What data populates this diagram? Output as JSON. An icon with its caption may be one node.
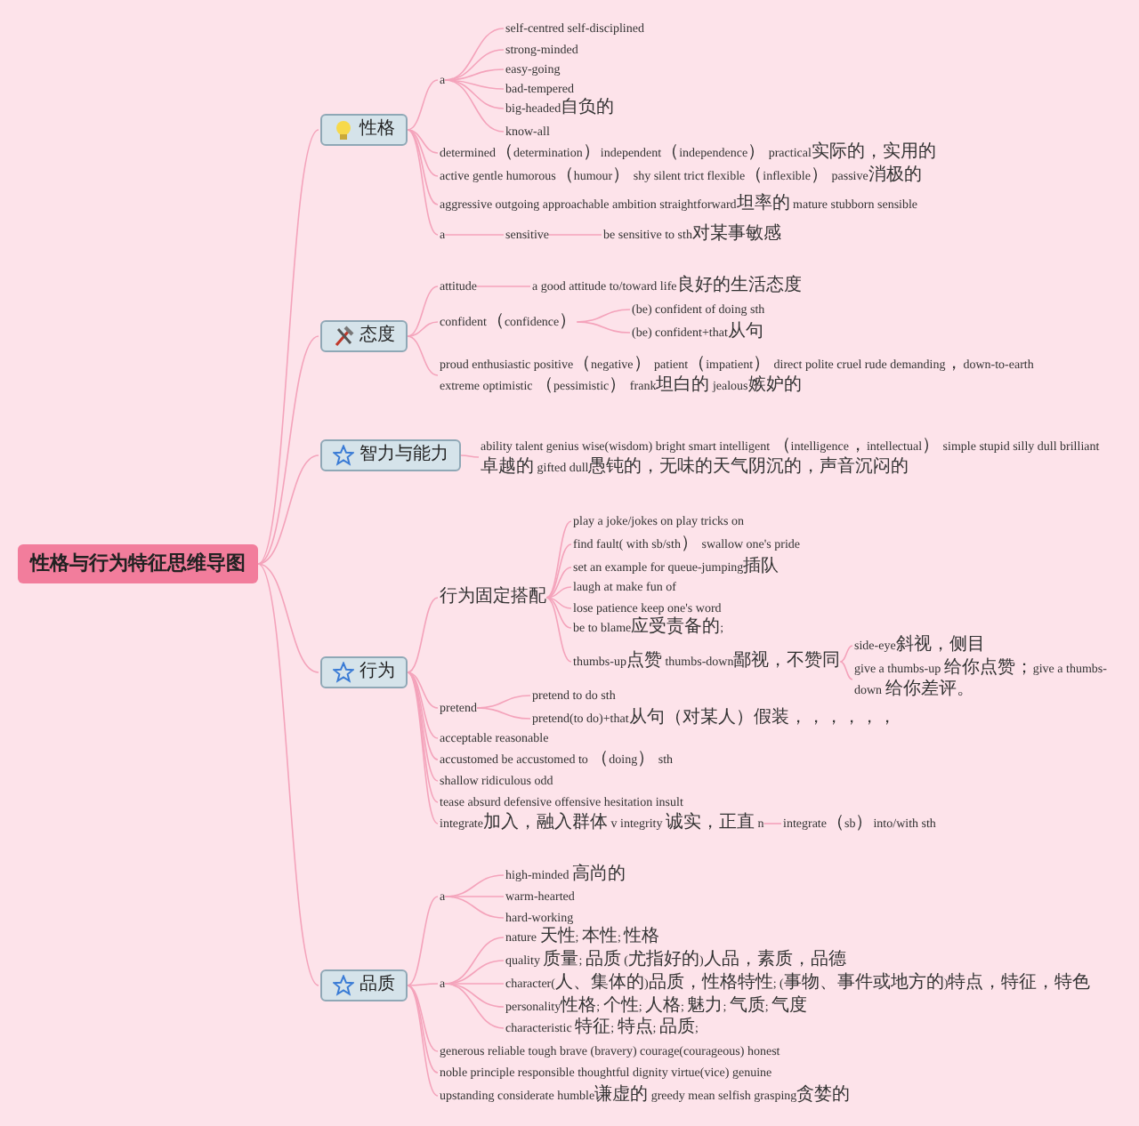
{
  "diagram": {
    "nodes": [
      {
        "text": [
          "性格与行为特征思维导图"
        ]
      },
      {
        "text": [
          "性格"
        ]
      },
      {
        "text": [
          "a"
        ]
      },
      {
        "text": [
          "self-centred self-disciplined"
        ]
      },
      {
        "text": [
          "strong-minded"
        ]
      },
      {
        "text": [
          "easy-going"
        ]
      },
      {
        "text": [
          "bad-tempered"
        ]
      },
      {
        "text": [
          "big-headed自负的"
        ]
      },
      {
        "text": [
          "know-all"
        ]
      },
      {
        "text": [
          "determined（determination）independent（independence） practical实际的，实用的"
        ]
      },
      {
        "text": [
          "active gentle humorous（humour） shy silent trict flexible（inflexible） passive消极的"
        ]
      },
      {
        "text": [
          "aggressive outgoing approachable ambition straightforward坦率的 mature stubborn sensible"
        ]
      },
      {
        "text": [
          "a"
        ]
      },
      {
        "text": [
          "sensitive"
        ]
      },
      {
        "text": [
          "be sensitive to sth对某事敏感"
        ]
      },
      {
        "text": [
          "态度"
        ]
      },
      {
        "text": [
          "attitude"
        ]
      },
      {
        "text": [
          "a good attitude to/toward life良好的生活态度"
        ]
      },
      {
        "text": [
          "confident（confidence）"
        ]
      },
      {
        "text": [
          "(be) confident of doing sth"
        ]
      },
      {
        "text": [
          "(be) confident+that从句"
        ]
      },
      {
        "text": [
          "proud enthusiastic positive（negative） patient（impatient） direct polite cruel rude demanding，down-to-earth extreme optimistic （pessimistic） frank坦白的 jealous嫉妒的"
        ]
      },
      {
        "text": [
          "智力与能力"
        ]
      },
      {
        "text": [
          "ability talent genius wise(wisdom) bright smart intelligent （intelligence，intellectual） simple stupid silly dull brilliant卓越的 gifted dull愚钝的，无味的天气阴沉的，声音沉闷的"
        ]
      },
      {
        "text": [
          "行为"
        ]
      },
      {
        "text": [
          "行为固定搭配"
        ]
      },
      {
        "text": [
          "play a joke/jokes on play tricks on"
        ]
      },
      {
        "text": [
          "find fault( with sb/sth） swallow one's pride"
        ]
      },
      {
        "text": [
          "set an example for queue-jumping插队"
        ]
      },
      {
        "text": [
          "laugh at make fun of"
        ]
      },
      {
        "text": [
          "lose patience keep one's word"
        ]
      },
      {
        "text": [
          "be to blame应受责备的;"
        ]
      },
      {
        "text": [
          "thumbs-up点赞 thumbs-down鄙视，不赞同"
        ]
      },
      {
        "text": [
          "side-eye斜视，侧目"
        ]
      },
      {
        "text": [
          "give a thumbs-up 给你点赞；give a thumbs-down 给你差评。"
        ]
      },
      {
        "text": [
          "pretend"
        ]
      },
      {
        "text": [
          "pretend to do sth"
        ]
      },
      {
        "text": [
          "pretend(to do)+that从句（对某人）假装，，，，，，"
        ]
      },
      {
        "text": [
          "acceptable reasonable"
        ]
      },
      {
        "text": [
          "accustomed be accustomed to （doing） sth"
        ]
      },
      {
        "text": [
          "shallow ridiculous odd"
        ]
      },
      {
        "text": [
          "tease absurd defensive offensive hesitation insult"
        ]
      },
      {
        "text": [
          "integrate加入，融入群体 v integrity 诚实，正直 n"
        ]
      },
      {
        "text": [
          "integrate（sb）into/with sth"
        ]
      },
      {
        "text": [
          "品质"
        ]
      },
      {
        "text": [
          "a"
        ]
      },
      {
        "text": [
          "high-minded 高尚的"
        ]
      },
      {
        "text": [
          "warm-hearted"
        ]
      },
      {
        "text": [
          "hard-working"
        ]
      },
      {
        "text": [
          "a"
        ]
      },
      {
        "text": [
          "nature 天性; 本性; 性格"
        ]
      },
      {
        "text": [
          "quality 质量; 品质 (尤指好的)人品，素质，品德"
        ]
      },
      {
        "text": [
          "character(人、集体的)品质，性格特性; (事物、事件或地方的)特点，特征，特色"
        ]
      },
      {
        "text": [
          "personality性格; 个性; 人格; 魅力; 气质; 气度"
        ]
      },
      {
        "text": [
          "characteristic 特征; 特点; 品质;"
        ]
      },
      {
        "text": [
          "generous reliable tough brave (bravery) courage(courageous) honest"
        ]
      },
      {
        "text": [
          "noble principle responsible thoughtful dignity virtue(vice)  genuine"
        ]
      },
      {
        "text": [
          "upstanding considerate humble谦虚的 greedy mean selfish grasping贪婪的"
        ]
      }
    ],
    "edges": [
      {
        "from": 0,
        "to": 1,
        "arrow": "none"
      },
      {
        "from": 0,
        "to": 15,
        "arrow": "none"
      },
      {
        "from": 0,
        "to": 22,
        "arrow": "none"
      },
      {
        "from": 0,
        "to": 24,
        "arrow": "none"
      },
      {
        "from": 0,
        "to": 44,
        "arrow": "none"
      },
      {
        "from": 1,
        "to": 2,
        "arrow": "none"
      },
      {
        "from": 2,
        "to": 3,
        "arrow": "none"
      },
      {
        "from": 2,
        "to": 4,
        "arrow": "none"
      },
      {
        "from": 2,
        "to": 5,
        "arrow": "none"
      },
      {
        "from": 2,
        "to": 6,
        "arrow": "none"
      },
      {
        "from": 2,
        "to": 7,
        "arrow": "none"
      },
      {
        "from": 2,
        "to": 8,
        "arrow": "none"
      },
      {
        "from": 1,
        "to": 9,
        "arrow": "none"
      },
      {
        "from": 1,
        "to": 10,
        "arrow": "none"
      },
      {
        "from": 1,
        "to": 11,
        "arrow": "none"
      },
      {
        "from": 1,
        "to": 12,
        "arrow": "none"
      },
      {
        "from": 12,
        "to": 13,
        "arrow": "none"
      },
      {
        "from": 13,
        "to": 14,
        "arrow": "none"
      },
      {
        "from": 15,
        "to": 16,
        "arrow": "none"
      },
      {
        "from": 16,
        "to": 17,
        "arrow": "none"
      },
      {
        "from": 15,
        "to": 18,
        "arrow": "none"
      },
      {
        "from": 18,
        "to": 19,
        "arrow": "none"
      },
      {
        "from": 18,
        "to": 20,
        "arrow": "none"
      },
      {
        "from": 15,
        "to": 21,
        "arrow": "none"
      },
      {
        "from": 22,
        "to": 23,
        "arrow": "none"
      },
      {
        "from": 24,
        "to": 25,
        "arrow": "none"
      },
      {
        "from": 25,
        "to": 26,
        "arrow": "none"
      },
      {
        "from": 25,
        "to": 27,
        "arrow": "none"
      },
      {
        "from": 25,
        "to": 28,
        "arrow": "none"
      },
      {
        "from": 25,
        "to": 29,
        "arrow": "none"
      },
      {
        "from": 25,
        "to": 30,
        "arrow": "none"
      },
      {
        "from": 25,
        "to": 31,
        "arrow": "none"
      },
      {
        "from": 25,
        "to": 32,
        "arrow": "none"
      },
      {
        "from": 32,
        "to": 33,
        "arrow": "none"
      },
      {
        "from": 32,
        "to": 34,
        "arrow": "none"
      },
      {
        "from": 24,
        "to": 35,
        "arrow": "none"
      },
      {
        "from": 35,
        "to": 36,
        "arrow": "none"
      },
      {
        "from": 35,
        "to": 37,
        "arrow": "none"
      },
      {
        "from": 24,
        "to": 38,
        "arrow": "none"
      },
      {
        "from": 24,
        "to": 39,
        "arrow": "none"
      },
      {
        "from": 24,
        "to": 40,
        "arrow": "none"
      },
      {
        "from": 24,
        "to": 41,
        "arrow": "none"
      },
      {
        "from": 24,
        "to": 42,
        "arrow": "none"
      },
      {
        "from": 42,
        "to": 43,
        "arrow": "none"
      },
      {
        "from": 44,
        "to": 45,
        "arrow": "none"
      },
      {
        "from": 45,
        "to": 46,
        "arrow": "none"
      },
      {
        "from": 45,
        "to": 47,
        "arrow": "none"
      },
      {
        "from": 45,
        "to": 48,
        "arrow": "none"
      },
      {
        "from": 44,
        "to": 49,
        "arrow": "none"
      },
      {
        "from": 49,
        "to": 50,
        "arrow": "none"
      },
      {
        "from": 49,
        "to": 51,
        "arrow": "none"
      },
      {
        "from": 49,
        "to": 52,
        "arrow": "none"
      },
      {
        "from": 49,
        "to": 53,
        "arrow": "none"
      },
      {
        "from": 49,
        "to": 54,
        "arrow": "none"
      },
      {
        "from": 44,
        "to": 55,
        "arrow": "none"
      },
      {
        "from": 44,
        "to": 56,
        "arrow": "none"
      },
      {
        "from": 44,
        "to": 57,
        "arrow": "none"
      }
    ]
  }
}
